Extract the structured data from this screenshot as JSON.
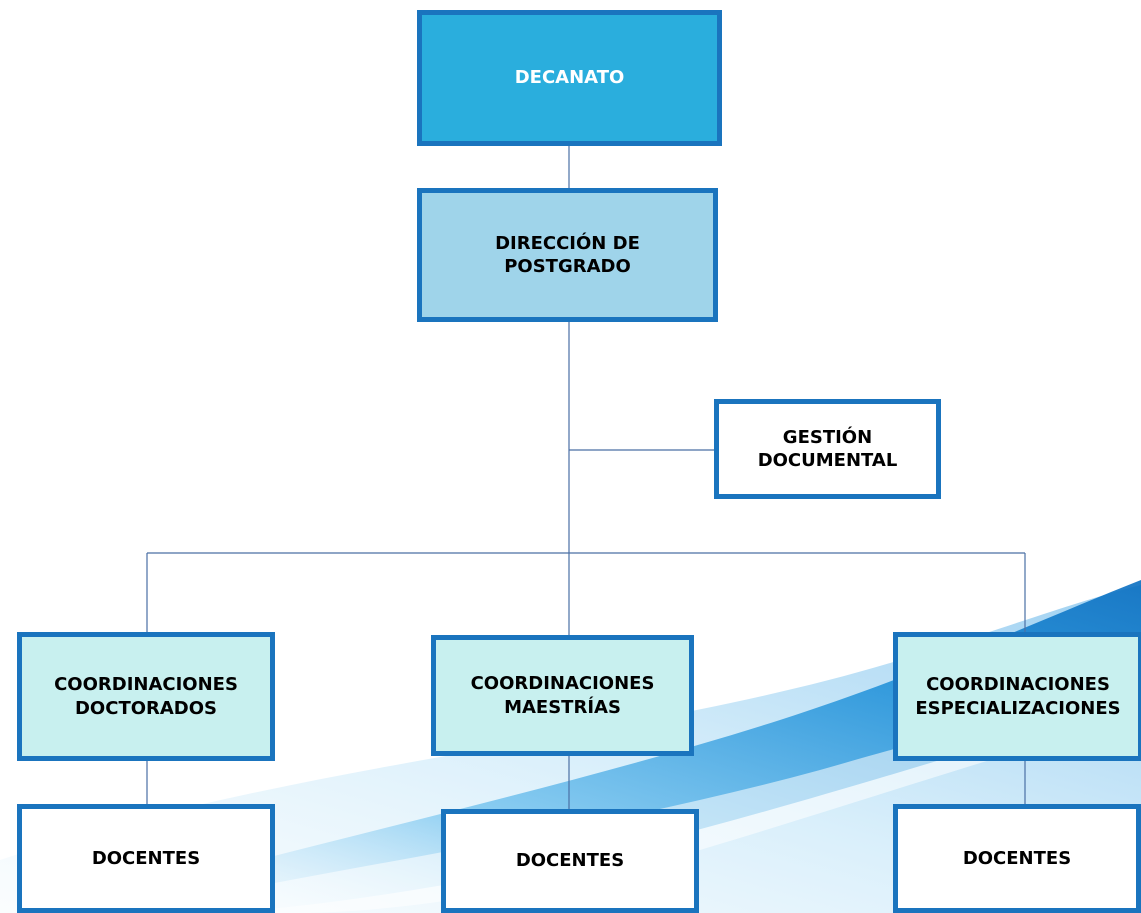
{
  "colors": {
    "border": "#1a74be",
    "decanato_fill": "#2aaedd",
    "direccion_fill": "#9fd4ea",
    "coordinacion_fill": "#c8f0ef",
    "plain_fill": "#ffffff",
    "connector": "#4a6fa5"
  },
  "org": {
    "decanato": "DECANATO",
    "direccion": "DIRECCIÓN DE\nPOSTGRADO",
    "gestion": "GESTIÓN\nDOCUMENTAL",
    "coord_doctorados": "COORDINACIONES\nDOCTORADOS",
    "coord_maestrias": "COORDINACIONES\nMAESTRÍAS",
    "coord_especializaciones": "COORDINACIONES\nESPECIALIZACIONES",
    "docentes_1": "DOCENTES",
    "docentes_2": "DOCENTES",
    "docentes_3": "DOCENTES"
  }
}
